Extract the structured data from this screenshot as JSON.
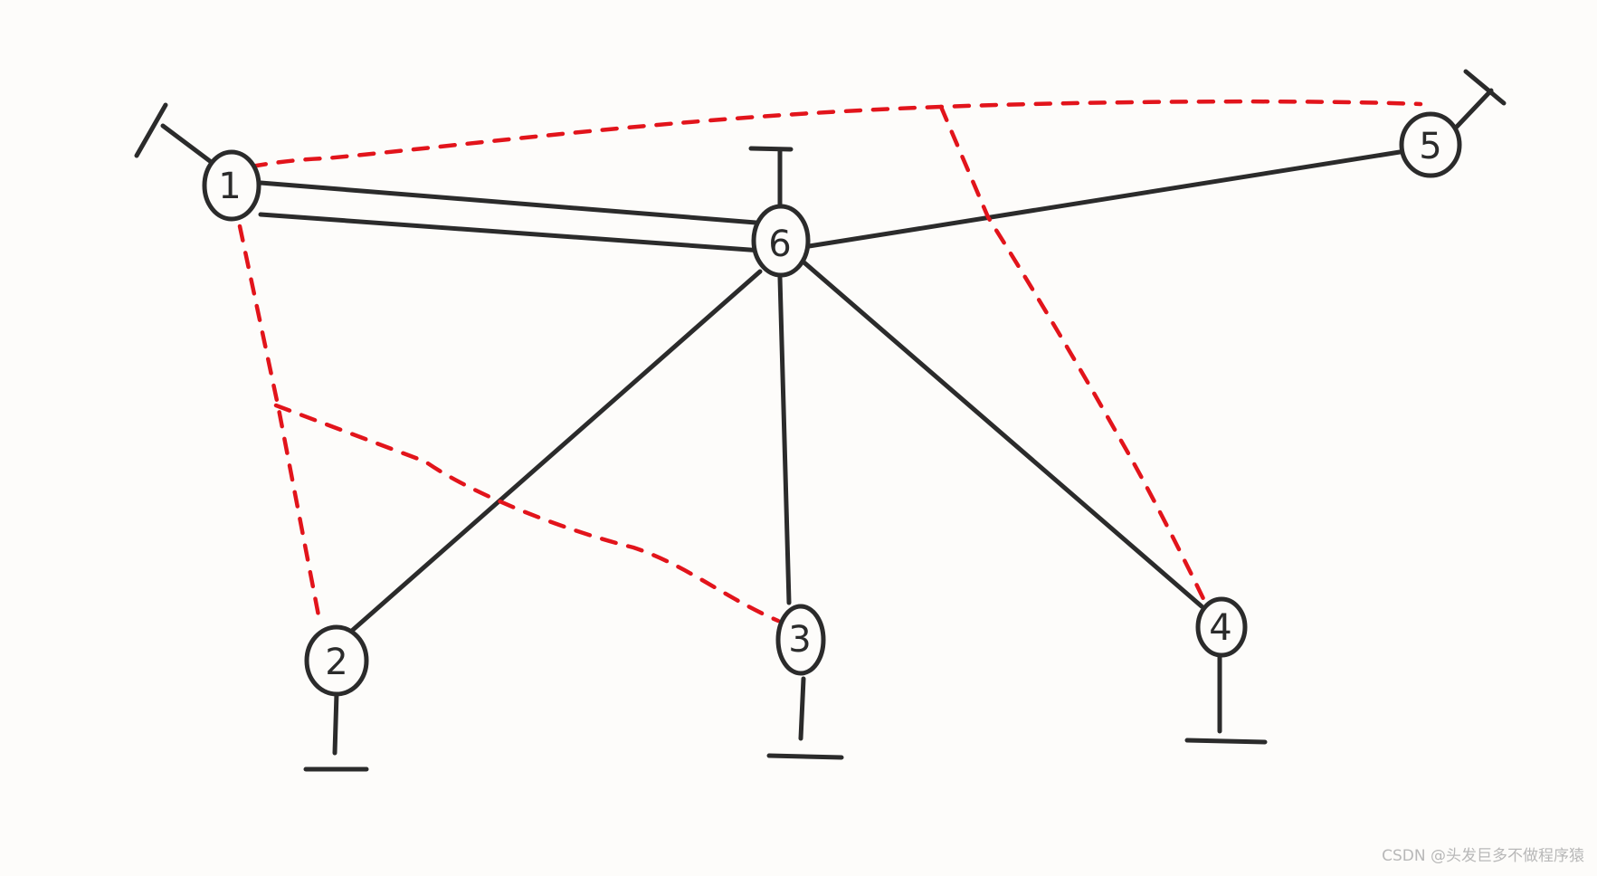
{
  "diagram": {
    "nodes": [
      {
        "id": "1",
        "label": "1"
      },
      {
        "id": "2",
        "label": "2"
      },
      {
        "id": "3",
        "label": "3"
      },
      {
        "id": "4",
        "label": "4"
      },
      {
        "id": "5",
        "label": "5"
      },
      {
        "id": "6",
        "label": "6"
      }
    ],
    "edges_solid": [
      {
        "from": "1",
        "to": "6",
        "style": "double"
      },
      {
        "from": "6",
        "to": "5",
        "style": "single"
      },
      {
        "from": "6",
        "to": "2",
        "style": "single"
      },
      {
        "from": "6",
        "to": "3",
        "style": "single"
      },
      {
        "from": "6",
        "to": "4",
        "style": "single"
      }
    ],
    "edges_dashed": [
      {
        "from": "1",
        "to": "5"
      },
      {
        "from": "1",
        "to": "2"
      },
      {
        "from": "1",
        "to": "3"
      },
      {
        "from": "1",
        "to": "4"
      }
    ],
    "colors": {
      "stroke": "#2b2b2b",
      "dashed": "#e2141b",
      "background": "#fdfcfa"
    }
  },
  "watermark": "CSDN @头发巨多不做程序猿"
}
